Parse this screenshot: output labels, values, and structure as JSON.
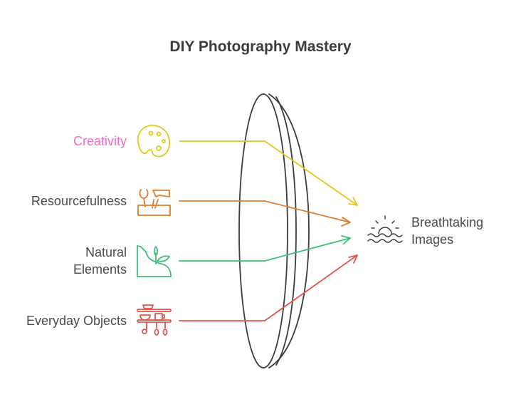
{
  "title": "DIY Photography Mastery",
  "inputs": [
    {
      "label": "Creativity",
      "icon": "palette-icon",
      "color": "#E2C81C",
      "label_color": "#F46EC4"
    },
    {
      "label": "Resourcefulness",
      "icon": "toolbox-icon",
      "color": "#E27D2C",
      "label_color": "#4a4a4a"
    },
    {
      "label_line1": "Natural",
      "label_line2": "Elements",
      "icon": "plant-icon",
      "color": "#3DC07C",
      "label_color": "#4a4a4a"
    },
    {
      "label": "Everyday Objects",
      "icon": "kitchen-shelf-icon",
      "color": "#E2544C",
      "label_color": "#4a4a4a"
    }
  ],
  "output": {
    "line1": "Breathtaking",
    "line2": "Images",
    "icon": "sunset-icon"
  }
}
